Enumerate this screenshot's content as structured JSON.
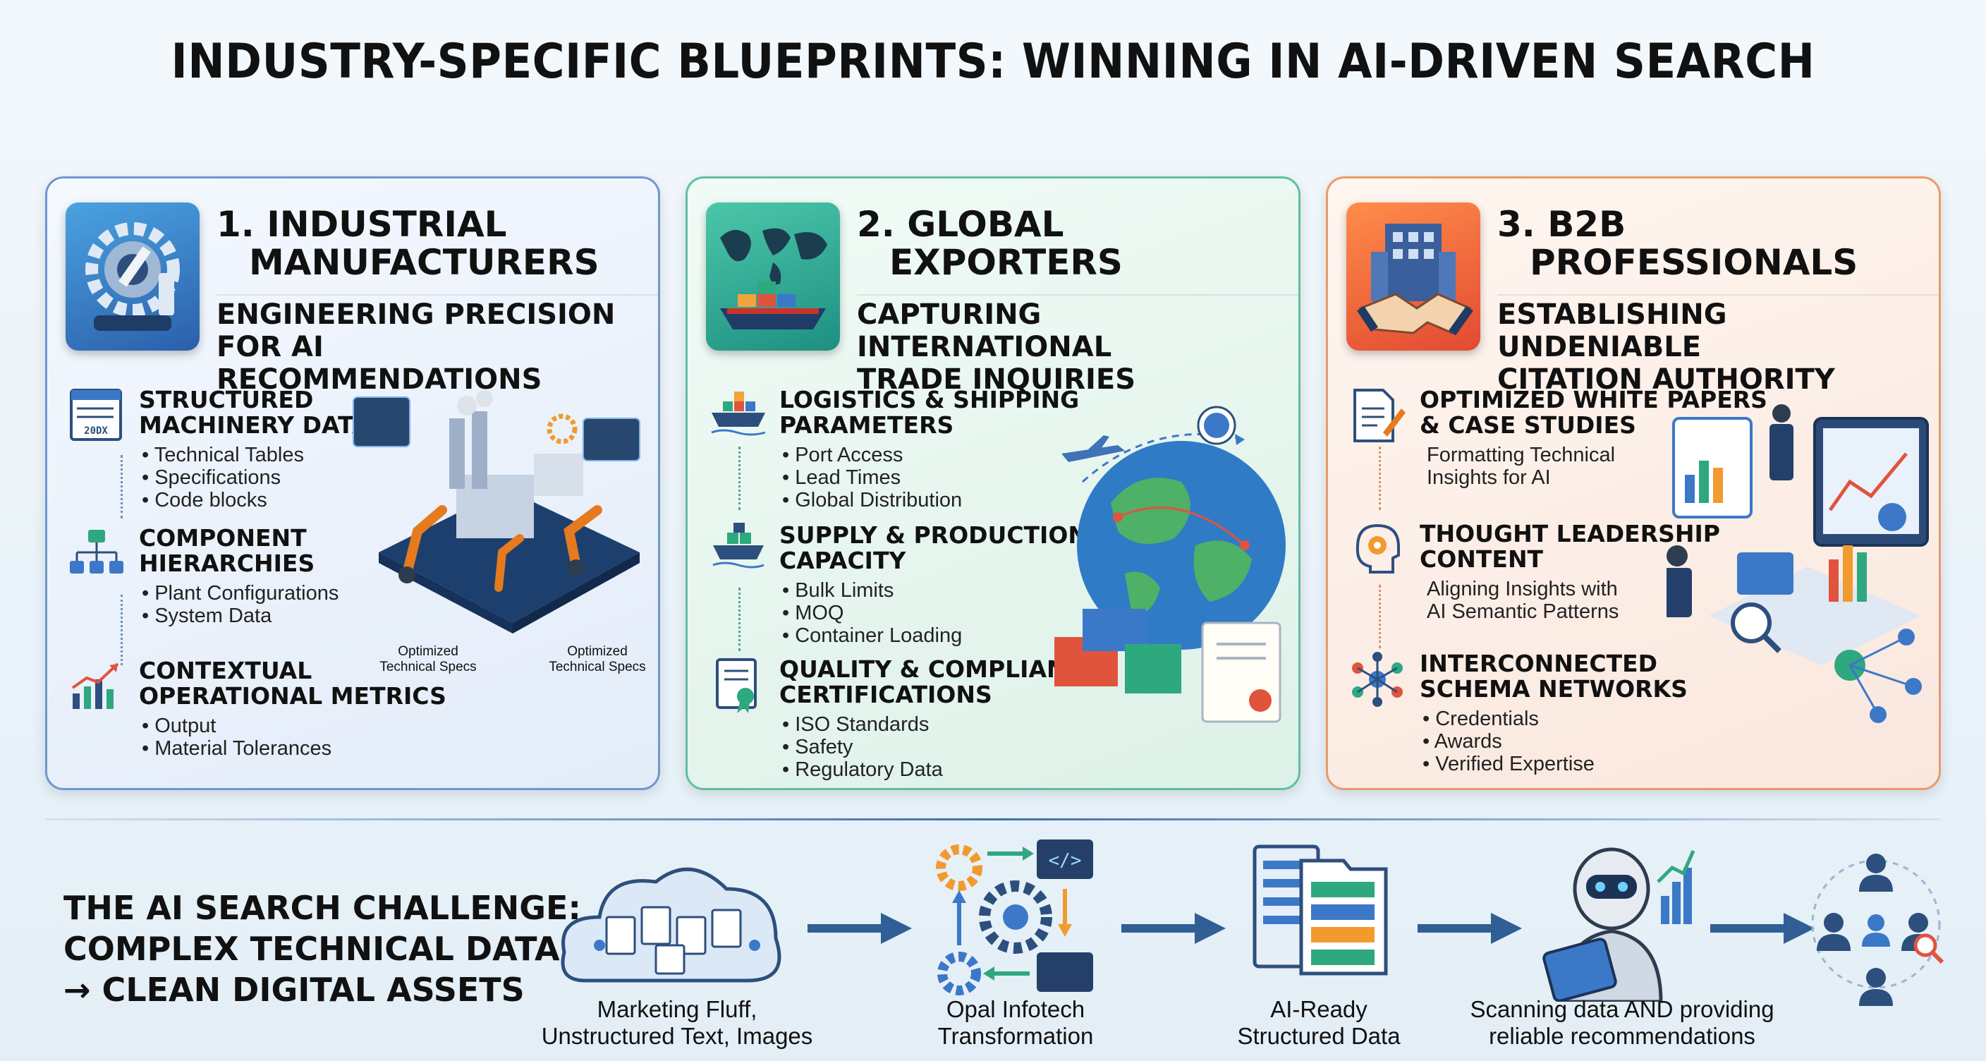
{
  "title": "INDUSTRY-SPECIFIC BLUEPRINTS: WINNING IN AI-DRIVEN SEARCH",
  "panels": [
    {
      "heading_line1": "1. INDUSTRIAL",
      "heading_line2": "MANUFACTURERS",
      "subheading_line1": "ENGINEERING PRECISION",
      "subheading_line2": "FOR AI RECOMMENDATIONS",
      "badge_icon": "gear-robot-arm-icon",
      "items": [
        {
          "icon": "data-table-icon",
          "title_line1": "STRUCTURED",
          "title_line2": "MACHINERY DATA",
          "bullets": [
            "Technical Tables",
            "Specifications",
            "Code blocks"
          ]
        },
        {
          "icon": "hierarchy-icon",
          "title_line1": "COMPONENT",
          "title_line2": "HIERARCHIES",
          "bullets": [
            "Plant Configurations",
            "System Data"
          ]
        },
        {
          "icon": "growth-chart-icon",
          "title_line1": "CONTEXTUAL",
          "title_line2": "OPERATIONAL METRICS",
          "bullets": [
            "Output",
            "Material Tolerances"
          ]
        }
      ],
      "illustration_labels": [
        {
          "line1": "Optimized",
          "line2": "Technical Specs"
        },
        {
          "line1": "Optimized",
          "line2": "Technical Specs"
        }
      ],
      "table_icon_text": "20DX"
    },
    {
      "heading_line1": "2. GLOBAL",
      "heading_line2": "EXPORTERS",
      "subheading_line1": "CAPTURING INTERNATIONAL",
      "subheading_line2": "TRADE INQUIRIES",
      "badge_icon": "world-map-ship-icon",
      "items": [
        {
          "icon": "cargo-ship-icon",
          "title_line1": "LOGISTICS & SHIPPING",
          "title_line2": "PARAMETERS",
          "bullets": [
            "Port Access",
            "Lead Times",
            "Global Distribution"
          ]
        },
        {
          "icon": "supply-ship-icon",
          "title_line1": "SUPPLY & PRODUCTION",
          "title_line2": "CAPACITY",
          "bullets": [
            "Bulk Limits",
            "MOQ",
            "Container Loading"
          ]
        },
        {
          "icon": "certificate-icon",
          "title_line1": "QUALITY & COMPLIANCE",
          "title_line2": "CERTIFICATIONS",
          "bullets": [
            "ISO Standards",
            "Safety",
            "Regulatory Data"
          ]
        }
      ]
    },
    {
      "heading_line1": "3. B2B",
      "heading_line2": "PROFESSIONALS",
      "subheading_line1": "ESTABLISHING UNDENIABLE",
      "subheading_line2": "CITATION AUTHORITY",
      "badge_icon": "building-handshake-icon",
      "items": [
        {
          "icon": "document-pen-icon",
          "title_line1": "OPTIMIZED WHITE PAPERS",
          "title_line2": "& CASE STUDIES",
          "desc_line1": "Formatting Technical",
          "desc_line2": "Insights for AI"
        },
        {
          "icon": "head-gear-icon",
          "title_line1": "THOUGHT LEADERSHIP",
          "title_line2": "CONTENT",
          "desc_line1": "Aligning Insights with",
          "desc_line2": "AI Semantic Patterns"
        },
        {
          "icon": "network-icon",
          "title_line1": "INTERCONNECTED",
          "title_line2": "SCHEMA NETWORKS",
          "bullets": [
            "Credentials",
            "Awards",
            "Verified Expertise"
          ]
        }
      ]
    }
  ],
  "challenge": {
    "line1": "THE AI SEARCH CHALLENGE:",
    "line2": "COMPLEX TECHNICAL DATA",
    "line3": "→ CLEAN DIGITAL ASSETS"
  },
  "flow": [
    {
      "icon": "cloud-documents-icon",
      "label_line1": "Marketing Fluff,",
      "label_line2": "Unstructured Text, Images"
    },
    {
      "icon": "gears-code-icon",
      "label_line1": "Opal Infotech",
      "label_line2": "Transformation"
    },
    {
      "icon": "structured-files-icon",
      "label_line1": "AI-Ready",
      "label_line2": "Structured Data"
    },
    {
      "icon": "robot-tablet-icon",
      "label_line1": "Scanning data AND providing",
      "label_line2": "reliable recommendations"
    },
    {
      "icon": "people-network-icon"
    }
  ],
  "colors": {
    "panel1_border": "#6f97cf",
    "panel2_border": "#5fbfa0",
    "panel3_border": "#e99a6a",
    "arrow": "#2f5f95"
  }
}
